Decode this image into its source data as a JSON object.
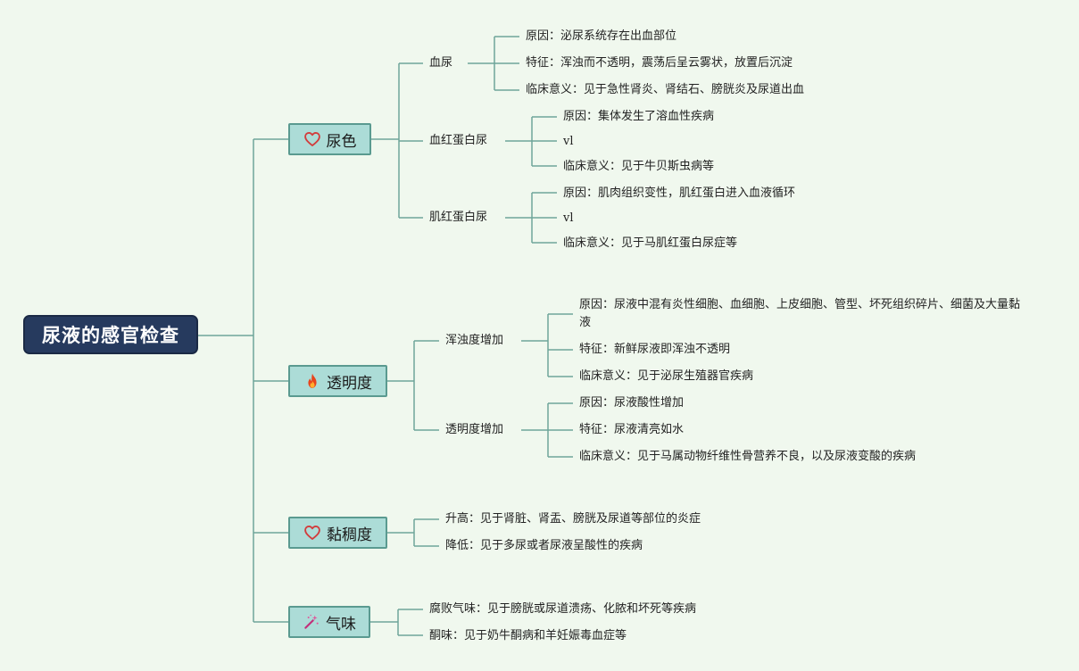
{
  "root": {
    "title": "尿液的感官检查"
  },
  "branches": [
    {
      "label": "尿色",
      "icon": "heart-icon",
      "topics": [
        {
          "label": "血尿",
          "leaves": [
            "原因：泌尿系统存在出血部位",
            "特征：浑浊而不透明，震荡后呈云雾状，放置后沉淀",
            "临床意义：见于急性肾炎、肾结石、膀胱炎及尿道出血"
          ]
        },
        {
          "label": "血红蛋白尿",
          "leaves": [
            "原因：集体发生了溶血性疾病",
            "vl",
            "临床意义：见于牛贝斯虫病等"
          ]
        },
        {
          "label": "肌红蛋白尿",
          "leaves": [
            "原因：肌肉组织变性，肌红蛋白进入血液循环",
            "vl",
            "临床意义：见于马肌红蛋白尿症等"
          ]
        }
      ]
    },
    {
      "label": "透明度",
      "icon": "fire-icon",
      "topics": [
        {
          "label": "浑浊度增加",
          "leaves": [
            "原因：尿液中混有炎性细胞、血细胞、上皮细胞、管型、坏死组织碎片、细菌及大量黏液",
            "特征：新鲜尿液即浑浊不透明",
            "临床意义：见于泌尿生殖器官疾病"
          ]
        },
        {
          "label": "透明度增加",
          "leaves": [
            "原因：尿液酸性增加",
            "特征：尿液清亮如水",
            "临床意义：见于马属动物纤维性骨营养不良，以及尿液变酸的疾病"
          ]
        }
      ]
    },
    {
      "label": "黏稠度",
      "icon": "heart-icon",
      "leaves": [
        "升高：见于肾脏、肾盂、膀胱及尿道等部位的炎症",
        "降低：见于多尿或者尿液呈酸性的疾病"
      ]
    },
    {
      "label": "气味",
      "icon": "magic-wand-icon",
      "leaves": [
        "腐败气味：见于膀胱或尿道溃疡、化脓和坏死等疾病",
        "酮味：见于奶牛酮病和羊妊娠毒血症等"
      ]
    }
  ],
  "colors": {
    "background": "#f0f8ee",
    "root": "#263a5e",
    "branch_fill": "#acdcd7",
    "connector": "#6fa59a",
    "heart": "#d23c3c",
    "fire": "#e8441c",
    "wand": "#c2307a"
  }
}
